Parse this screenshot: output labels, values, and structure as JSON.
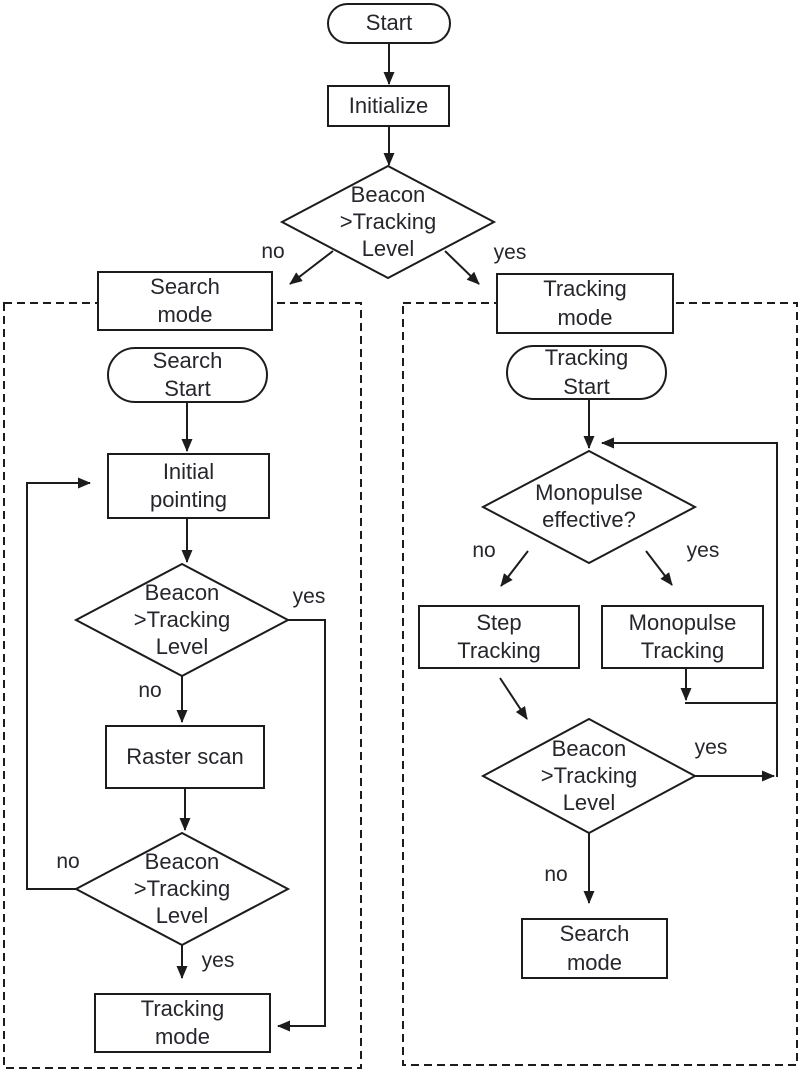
{
  "flowchart": {
    "main": {
      "start": "Start",
      "initialize": "Initialize",
      "beacon_decision": "Beacon\n>Tracking\nLevel",
      "no_label": "no",
      "yes_label": "yes"
    },
    "search_branch": {
      "mode_header": "Search\nmode",
      "start": "Search\nStart",
      "initial_pointing": "Initial\npointing",
      "beacon_decision_1": "Beacon\n>Tracking\nLevel",
      "yes_label_1": "yes",
      "no_label_1": "no",
      "raster_scan": "Raster scan",
      "beacon_decision_2": "Beacon\n>Tracking\nLevel",
      "no_label_2": "no",
      "yes_label_2": "yes",
      "tracking_mode_result": "Tracking\nmode"
    },
    "tracking_branch": {
      "mode_header": "Tracking\nmode",
      "start": "Tracking\nStart",
      "monopulse_decision": "Monopulse\neffective?",
      "no_label_1": "no",
      "yes_label_1": "yes",
      "step_tracking": "Step\nTracking",
      "monopulse_tracking": "Monopulse\nTracking",
      "beacon_decision": "Beacon\n>Tracking\nLevel",
      "yes_label_2": "yes",
      "no_label_2": "no",
      "search_mode_result": "Search\nmode"
    },
    "colors": {
      "line": "#1c1c1c",
      "text": "#26262c",
      "background": "#ffffff"
    }
  }
}
